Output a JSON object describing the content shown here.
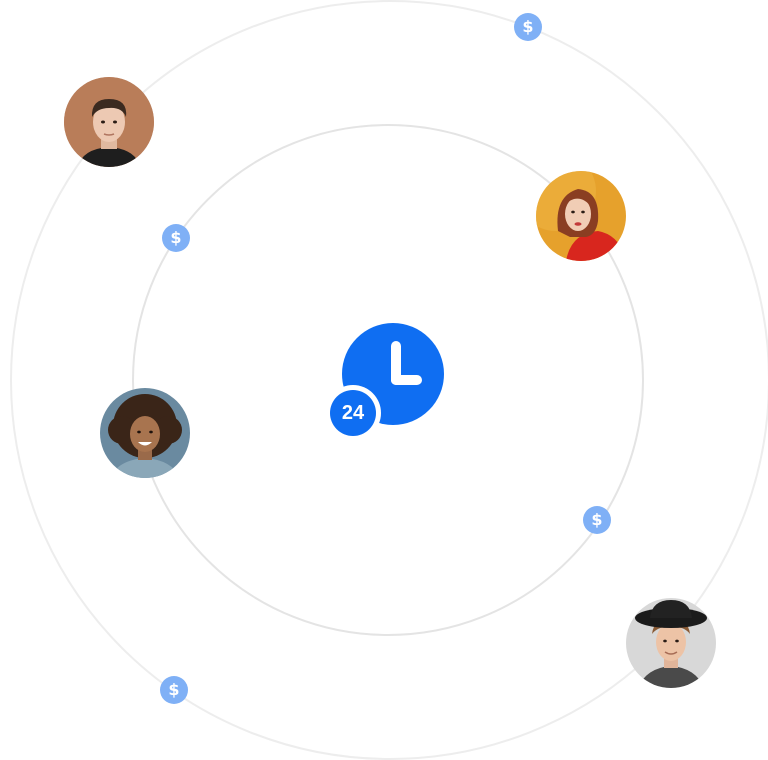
{
  "logo": {
    "badge_text": "24",
    "icon": "clock-icon",
    "color": "#0f6ef2"
  },
  "coins": [
    {
      "symbol": "$",
      "icon": "dollar-icon"
    },
    {
      "symbol": "$",
      "icon": "dollar-icon"
    },
    {
      "symbol": "$",
      "icon": "dollar-icon"
    },
    {
      "symbol": "$",
      "icon": "dollar-icon"
    }
  ],
  "colors": {
    "coin": "#7fb0f6",
    "orbit": "#e8e8e8",
    "accent": "#0f6ef2"
  },
  "avatars": [
    {
      "icon": "person-avatar",
      "bg": "#b0724f"
    },
    {
      "icon": "person-avatar",
      "bg": "#e6a12c"
    },
    {
      "icon": "person-avatar",
      "bg": "#6a8aa0"
    },
    {
      "icon": "person-avatar",
      "bg": "#d8d8d8"
    }
  ]
}
